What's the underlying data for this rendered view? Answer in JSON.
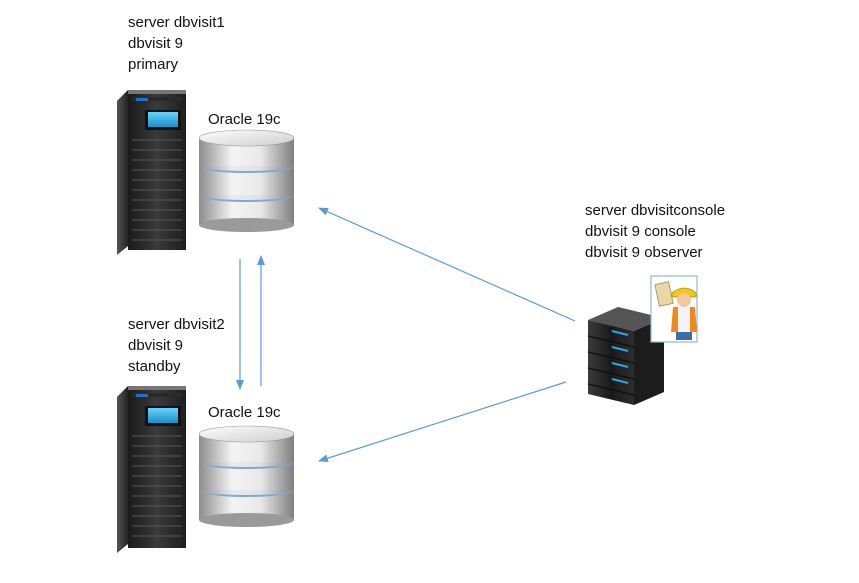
{
  "primary": {
    "lines": [
      "server dbvisit1",
      "dbvisit 9",
      "primary"
    ],
    "db_label": "Oracle 19c"
  },
  "standby": {
    "lines": [
      "server dbvisit2",
      "dbvisit 9",
      "standby"
    ],
    "db_label": "Oracle 19c"
  },
  "console": {
    "lines": [
      "server dbvisitconsole",
      "dbvisit 9 console",
      "dbvisit 9 observer"
    ]
  },
  "icons": {
    "tower_server": "tower-server-icon",
    "database": "database-cylinder-icon",
    "rack_server": "rack-server-icon",
    "worker": "worker-with-clipboard-icon"
  },
  "colors": {
    "arrow": "#5b9bd5",
    "screen": "#2aa8e0",
    "server_body": "#2b2b2b",
    "disk_light": "#f4f4f4",
    "disk_dark": "#8a8a8a",
    "worker_helmet": "#f5c518",
    "worker_vest": "#f08a1c"
  }
}
